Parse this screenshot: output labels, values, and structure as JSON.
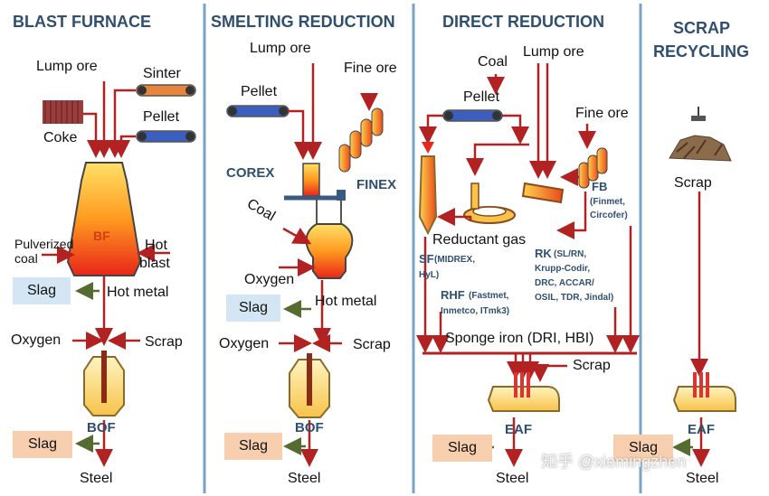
{
  "sections": {
    "blast_furnace": {
      "title": "BLAST FURNACE",
      "lump_ore": "Lump ore",
      "sinter": "Sinter",
      "pellet": "Pellet",
      "coke": "Coke",
      "furnace": "BF",
      "pulverized_coal_1": "Pulverized",
      "pulverized_coal_2": "coal",
      "hot_blast_1": "Hot",
      "hot_blast_2": "blast",
      "slag": "Slag",
      "hot_metal": "Hot metal",
      "oxygen": "Oxygen",
      "scrap": "Scrap",
      "bof": "BOF",
      "slag2": "Slag",
      "steel": "Steel"
    },
    "smelting_reduction": {
      "title": "SMELTING REDUCTION",
      "lump_ore": "Lump ore",
      "fine_ore": "Fine ore",
      "pellet": "Pellet",
      "corex": "COREX",
      "finex": "FINEX",
      "coal": "Coal",
      "oxygen": "Oxygen",
      "slag": "Slag",
      "hot_metal": "Hot metal",
      "oxygen2": "Oxygen",
      "scrap": "Scrap",
      "bof": "BOF",
      "slag2": "Slag",
      "steel": "Steel"
    },
    "direct_reduction": {
      "title": "DIRECT REDUCTION",
      "coal": "Coal",
      "lump_ore": "Lump ore",
      "pellet": "Pellet",
      "fine_ore": "Fine ore",
      "fb": "FB",
      "fb_detail_1": "(Finmet,",
      "fb_detail_2": "Circofer)",
      "reductant_gas": "Reductant gas",
      "sf": "SF",
      "sf_detail_1": "(MIDREX,",
      "sf_detail_2": "HyL)",
      "rk": "RK",
      "rk_detail_1": "(SL/RN,",
      "rk_detail_2": "Krupp-Codir,",
      "rk_detail_3": "DRC, ACCAR/",
      "rk_detail_4": "OSIL, TDR, Jindal)",
      "rhf": "RHF",
      "rhf_detail_1": "(Fastmet,",
      "rhf_detail_2": "Inmetco, ITmk3)",
      "sponge_iron": "Sponge iron (DRI, HBI)",
      "scrap": "Scrap",
      "eaf": "EAF",
      "slag": "Slag",
      "steel": "Steel"
    },
    "scrap_recycling": {
      "title_1": "SCRAP",
      "title_2": "RECYCLING",
      "scrap": "Scrap",
      "eaf": "EAF",
      "slag": "Slag",
      "steel": "Steel"
    }
  },
  "watermark": "知乎 @xiemingzhen",
  "colors": {
    "arrow": "#b22222",
    "divider": "#7aa3c8",
    "heading": "#2f4f6f",
    "slag_blue": "#d4e6f3",
    "slag_peach": "#f8cfae",
    "slag_arrow": "#556b2f"
  }
}
